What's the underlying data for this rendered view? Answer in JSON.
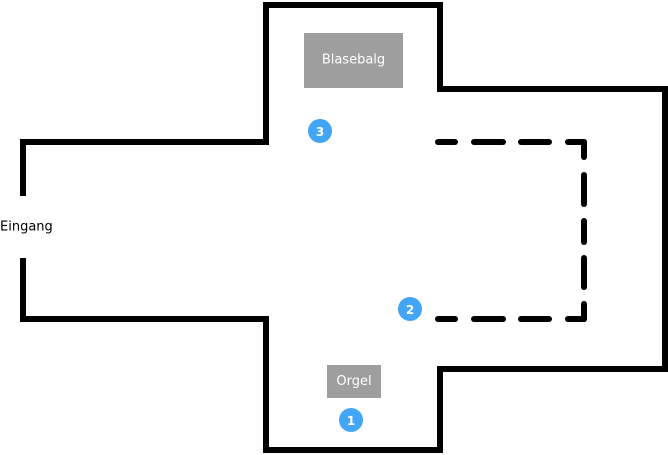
{
  "floorplan": {
    "entrance": {
      "label": "Eingang"
    },
    "objects": [
      {
        "id": "blasebalg",
        "label": "Blasebalg"
      },
      {
        "id": "orgel",
        "label": "Orgel"
      }
    ],
    "markers": [
      {
        "id": "marker-1",
        "label": "1"
      },
      {
        "id": "marker-2",
        "label": "2"
      },
      {
        "id": "marker-3",
        "label": "3"
      }
    ],
    "zone": {
      "style": "dashed",
      "description": "dashed-outlined area"
    }
  },
  "colors": {
    "wall": "#000000",
    "object_fill": "#9E9E9E",
    "object_text": "#FFFFFF",
    "marker_fill": "#42A5F5",
    "marker_text": "#FFFFFF",
    "background": "#FFFFFF"
  }
}
